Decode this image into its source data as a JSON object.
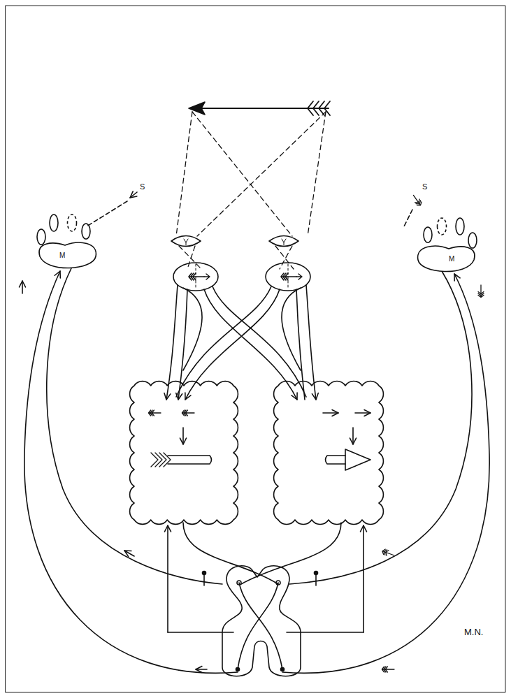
{
  "diagram": {
    "nodes": [
      {
        "text": [
          "M"
        ]
      },
      {
        "text": [
          "M"
        ]
      }
    ],
    "labels": [
      "S",
      "S",
      "M.N."
    ]
  }
}
